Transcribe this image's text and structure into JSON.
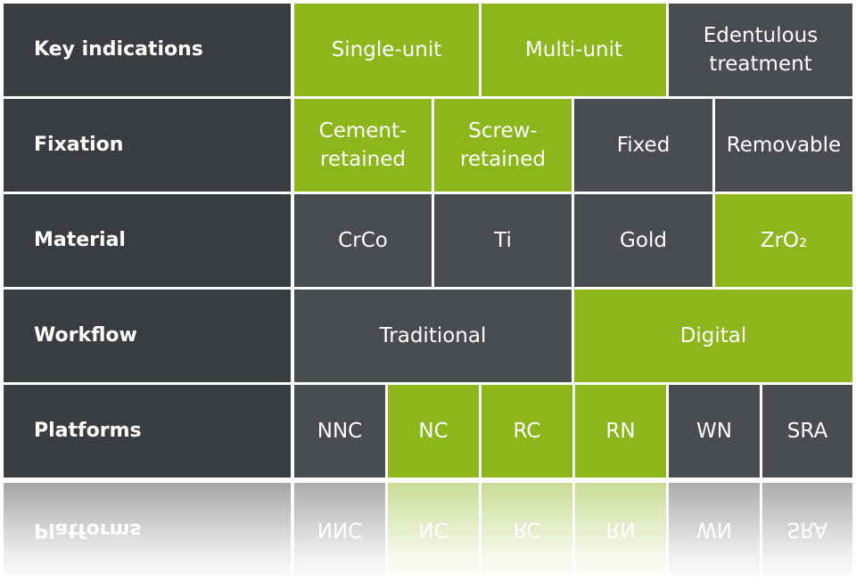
{
  "rows": [
    {
      "label": "Key indications",
      "cells": [
        {
          "text": "Single-unit",
          "color": "green"
        },
        {
          "text": "Multi-unit",
          "color": "green"
        },
        {
          "text": "Edentulous treatment",
          "color": "gray"
        }
      ]
    },
    {
      "label": "Fixation",
      "cells": [
        {
          "text": "Cement-retained",
          "color": "green"
        },
        {
          "text": "Screw-retained",
          "color": "green"
        },
        {
          "text": "Fixed",
          "color": "gray"
        },
        {
          "text": "Removable",
          "color": "gray"
        }
      ]
    },
    {
      "label": "Material",
      "cells": [
        {
          "text": "CrCo",
          "color": "gray"
        },
        {
          "text": "Ti",
          "color": "gray"
        },
        {
          "text": "Gold",
          "color": "gray"
        },
        {
          "text": "ZrO₂",
          "color": "green"
        }
      ]
    },
    {
      "label": "Workflow",
      "cells": [
        {
          "text": "Traditional",
          "color": "gray"
        },
        {
          "text": "Digital",
          "color": "green"
        }
      ]
    },
    {
      "label": "Platforms",
      "cells": [
        {
          "text": "NNC",
          "color": "gray"
        },
        {
          "text": "NC",
          "color": "green"
        },
        {
          "text": "RC",
          "color": "green"
        },
        {
          "text": "RN",
          "color": "green"
        },
        {
          "text": "WN",
          "color": "gray"
        },
        {
          "text": "SRA",
          "color": "gray"
        }
      ]
    }
  ],
  "colors": {
    "green": "#8cb61c",
    "gray": "#484c4e",
    "label": "#3a3d3f"
  }
}
